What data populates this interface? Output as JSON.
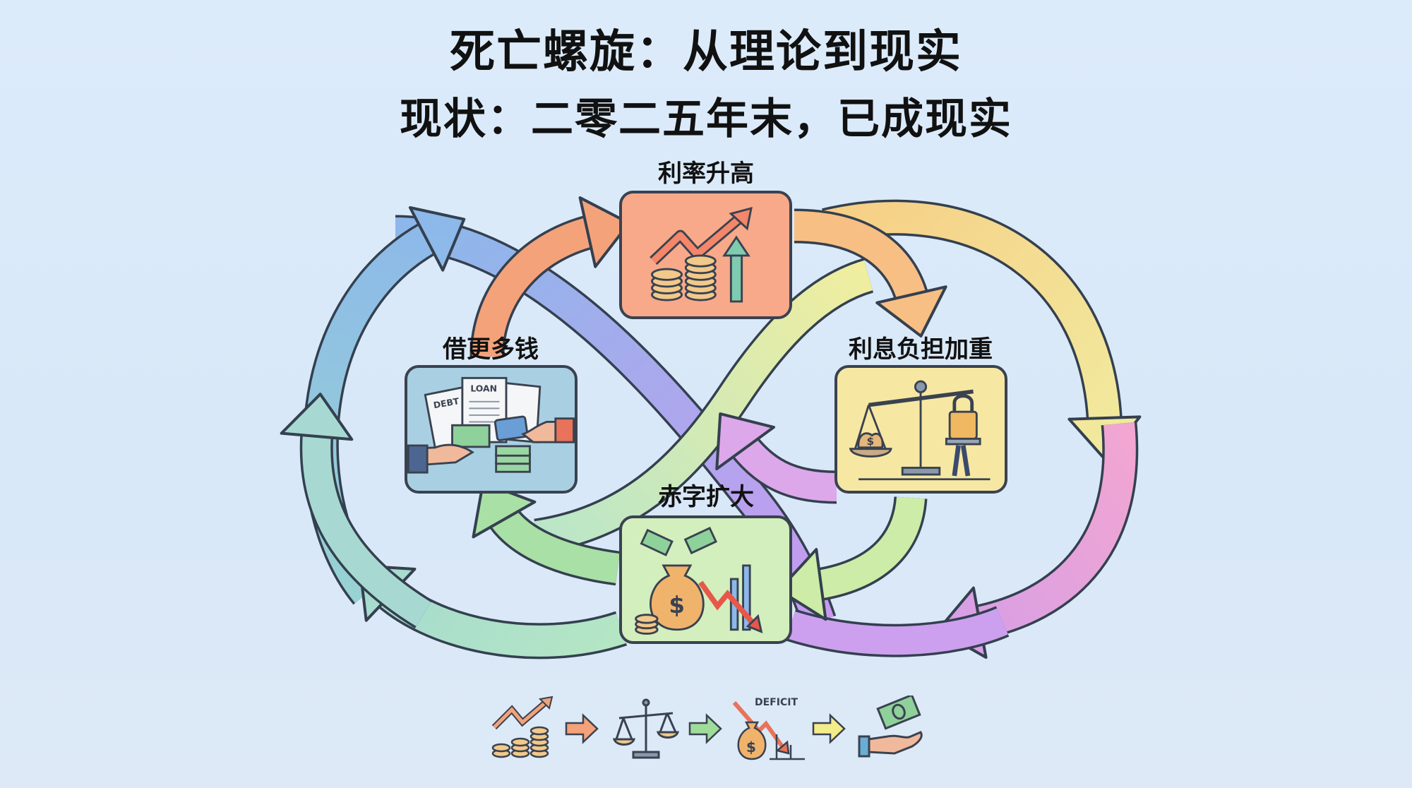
{
  "title": "死亡螺旋：从理论到现实",
  "subtitle": "现状：二零二五年末，已成现实",
  "nodes": {
    "top": {
      "label": "利率升高",
      "color": "#f7a98a",
      "icon": "rising-chart-coins-icon"
    },
    "right": {
      "label": "利息负担加重",
      "color": "#f6e7a3",
      "icon": "scale-lock-burden-icon"
    },
    "bottom": {
      "label": "赤字扩大",
      "color": "#d2efbd",
      "icon": "money-bag-falling-chart-icon"
    },
    "left": {
      "label": "借更多钱",
      "color": "#a9d0e2",
      "icon": "loan-documents-cash-icon",
      "doc1": "DEBT",
      "doc2": "LOAN"
    }
  },
  "money_symbol": "$",
  "bottom_strip": {
    "items": [
      "rising-chart-coins-icon",
      "scale-icon",
      "deficit-icon",
      "cash-in-hand-icon"
    ],
    "deficit_label": "DEFICIT"
  }
}
